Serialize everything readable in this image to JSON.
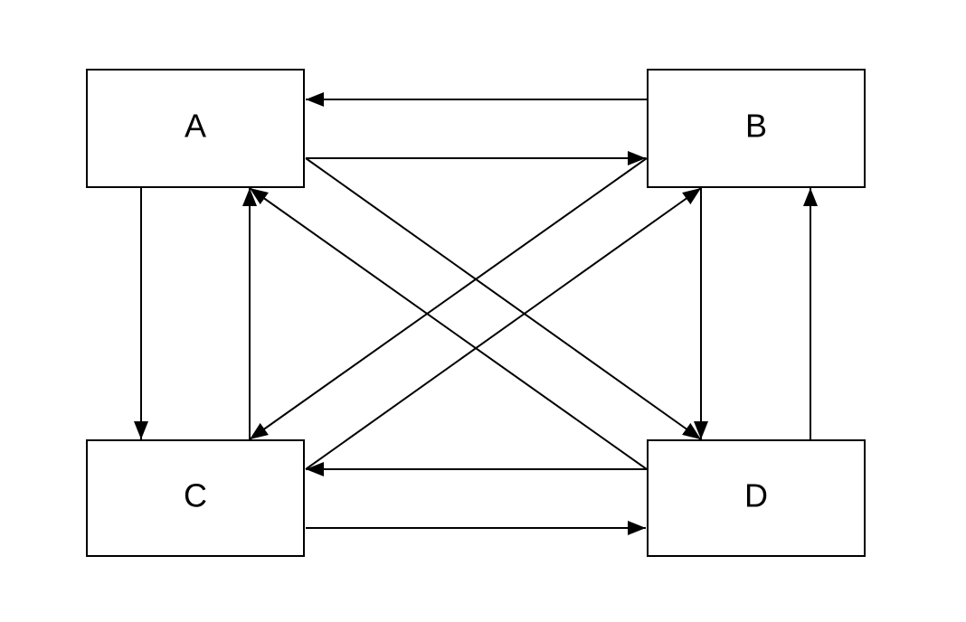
{
  "diagram": {
    "nodes": [
      {
        "id": "A",
        "label": "A"
      },
      {
        "id": "B",
        "label": "B"
      },
      {
        "id": "C",
        "label": "C"
      },
      {
        "id": "D",
        "label": "D"
      }
    ],
    "edges": [
      {
        "from": "B",
        "to": "A"
      },
      {
        "from": "A",
        "to": "B"
      },
      {
        "from": "A",
        "to": "C"
      },
      {
        "from": "C",
        "to": "A"
      },
      {
        "from": "B",
        "to": "D"
      },
      {
        "from": "D",
        "to": "B"
      },
      {
        "from": "D",
        "to": "C"
      },
      {
        "from": "C",
        "to": "D"
      },
      {
        "from": "A",
        "to": "D"
      },
      {
        "from": "D",
        "to": "A"
      },
      {
        "from": "B",
        "to": "C"
      },
      {
        "from": "C",
        "to": "B"
      }
    ],
    "colors": {
      "stroke": "#000000",
      "background": "#ffffff"
    }
  }
}
